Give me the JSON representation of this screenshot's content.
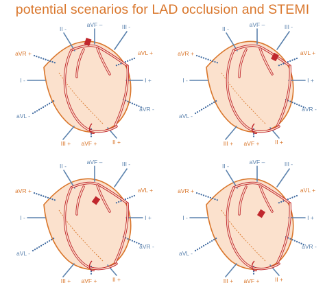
{
  "title": "potential scenarios for LAD occlusion and STEMI",
  "colors": {
    "title": "#d9762b",
    "heart_fill": "#fbe1cd",
    "heart_outline": "#d9762b",
    "artery": "#c0272d",
    "occlusion": "#c0272d",
    "lead_solid": "#5b82ad",
    "lead_dotted": "#3f6aa0",
    "lead_text_orange": "#d9762b",
    "lead_text_blue": "#5b82ad"
  },
  "leads": {
    "ii_neg": "II -",
    "avf_neg": "aVF –",
    "iii_neg": "III -",
    "avr_pos": "aVR +",
    "avl_pos": "aVL +",
    "i_neg": "I -",
    "i_pos": "I +",
    "avl_neg": "aVL -",
    "avr_neg": "aVR -",
    "iii_pos": "III +",
    "avf_pos": "aVF +",
    "ii_pos": "II +"
  },
  "scenarios": [
    {
      "id": "scenario-1",
      "occlusion_site": "proximal LAD, before first diagonal and septal branches"
    },
    {
      "id": "scenario-2",
      "occlusion_site": "proximal LAD, after first diagonal"
    },
    {
      "id": "scenario-3",
      "occlusion_site": "proximal LAD, after first septal"
    },
    {
      "id": "scenario-4",
      "occlusion_site": "mid LAD, after first diagonal and septal"
    }
  ]
}
